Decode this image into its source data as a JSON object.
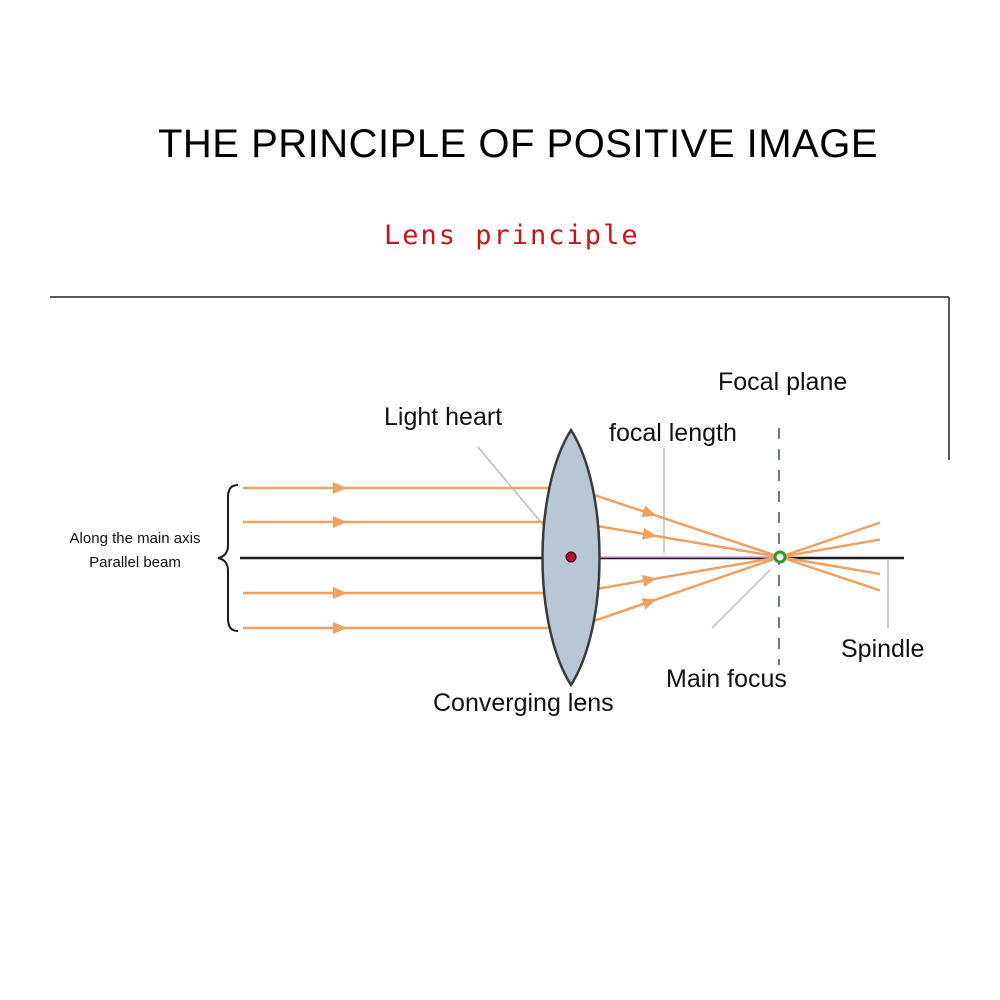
{
  "title": "THE PRINCIPLE OF POSITIVE IMAGE",
  "subtitle": "Lens principle",
  "colors": {
    "subtitle": "#c8141a",
    "ray": "#f0a060",
    "lens_fill": "#b9c6d3",
    "lens_stroke": "#3a3a3a",
    "axis": "#1a1a1a",
    "center_dot": "#b01030",
    "focus_dot": "#2c9a2c",
    "leader": "#bdbdbd",
    "focal_plane": "#6c7c7c"
  },
  "labels": {
    "focal_plane": "Focal plane",
    "light_heart": "Light heart",
    "focal_length": "focal length",
    "beam_line1": "Along the main axis",
    "beam_line2": "Parallel beam",
    "spindle": "Spindle",
    "main_focus": "Main focus",
    "converging_lens": "Converging lens"
  }
}
